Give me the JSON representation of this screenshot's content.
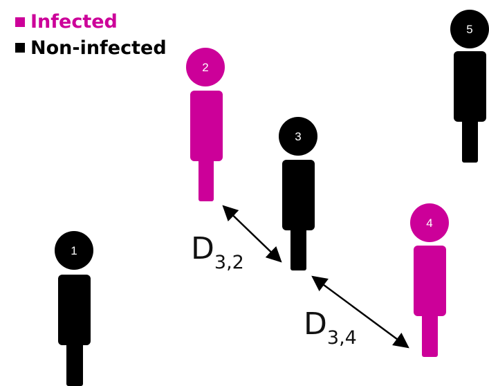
{
  "colors": {
    "infected": "#CC0099",
    "non_infected": "#000000",
    "arrow": "#000000"
  },
  "legend": [
    {
      "label": "Infected",
      "status": "infected"
    },
    {
      "label": "Non-infected",
      "status": "non_infected"
    }
  ],
  "people": [
    {
      "id": "1",
      "status": "non_infected"
    },
    {
      "id": "2",
      "status": "infected"
    },
    {
      "id": "3",
      "status": "non_infected"
    },
    {
      "id": "4",
      "status": "infected"
    },
    {
      "id": "5",
      "status": "non_infected"
    }
  ],
  "distances": [
    {
      "letter": "D",
      "subscript": "3,2",
      "from": "3",
      "to": "2"
    },
    {
      "letter": "D",
      "subscript": "3,4",
      "from": "3",
      "to": "4"
    }
  ]
}
